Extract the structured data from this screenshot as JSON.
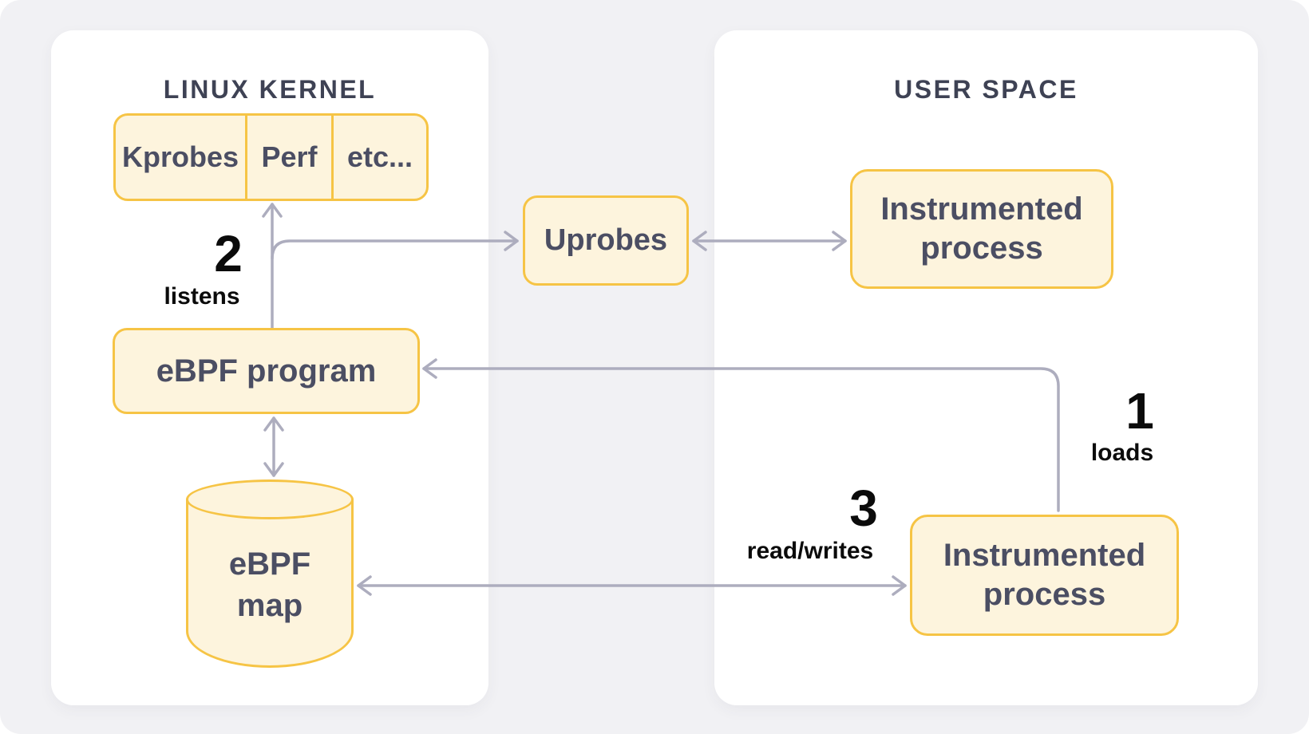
{
  "colors": {
    "page_background": "#F1F1F4",
    "panel_background": "#FFFFFF",
    "node_border": "#F6C445",
    "node_fill": "#FDF4DD",
    "node_text": "#4B4E63",
    "panel_title_text": "#3E4254",
    "arrow": "#ADADBE",
    "annotation_text": "#0B0B0B"
  },
  "kernel_panel": {
    "title": "LINUX KERNEL",
    "probe_sources": [
      "Kprobes",
      "Perf",
      "etc..."
    ],
    "program_label": "eBPF program",
    "map_line1": "eBPF",
    "map_line2": "map"
  },
  "bridge": {
    "uprobes_label": "Uprobes"
  },
  "user_panel": {
    "title": "USER SPACE",
    "process_top_label": "Instrumented process",
    "process_bottom_label": "Instrumented process"
  },
  "annotations": {
    "step1": {
      "number": "1",
      "label": "loads"
    },
    "step2": {
      "number": "2",
      "label": "listens"
    },
    "step3": {
      "number": "3",
      "label": "read/writes"
    }
  }
}
